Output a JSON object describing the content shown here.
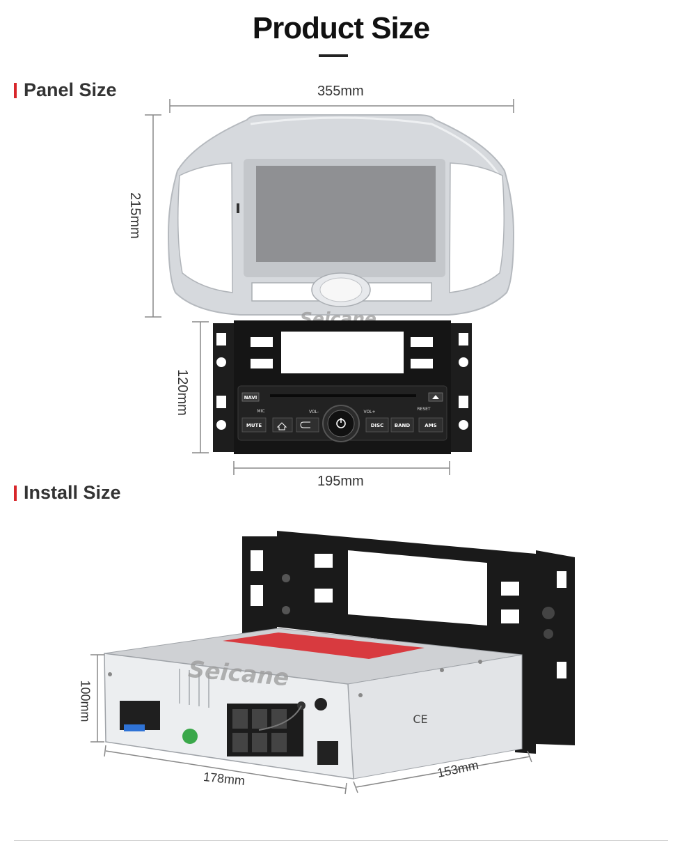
{
  "header": {
    "title": "Product Size"
  },
  "sections": {
    "panel": {
      "heading": "Panel Size"
    },
    "install": {
      "heading": "Install Size"
    }
  },
  "dimensions": {
    "panel_width": "355mm",
    "panel_height": "215mm",
    "frame_height": "120mm",
    "frame_width": "195mm",
    "unit_height": "100mm",
    "unit_width": "178mm",
    "unit_depth": "153mm"
  },
  "brand": {
    "watermark": "Seicane"
  },
  "radio_buttons": {
    "navi": "NAVI",
    "mic": "MIC",
    "vol_minus": "VOL-",
    "vol_plus": "VOL+",
    "reset": "RESET",
    "mute": "MUTE",
    "disc": "DISC",
    "band": "BAND",
    "ams": "AMS"
  },
  "colors": {
    "accent": "#d8262b",
    "text": "#333333",
    "frame": "#1b1b1b",
    "silver": "#d3d6da",
    "screen": "#8f9093"
  }
}
